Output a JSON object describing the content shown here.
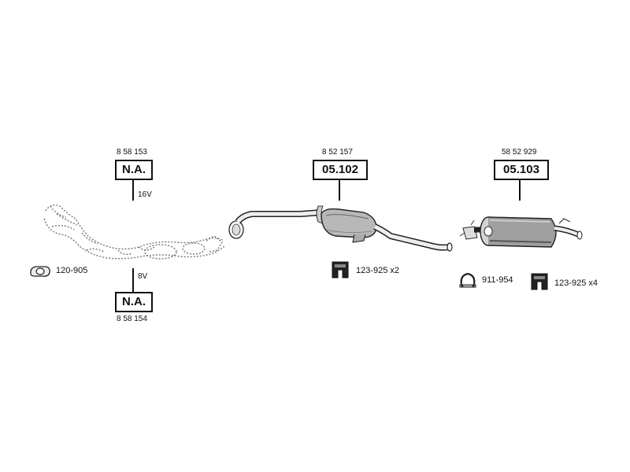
{
  "parts": {
    "manifold_16v": {
      "oem": "8 58 153",
      "part": "N.A.",
      "variant": "16V"
    },
    "manifold_8v": {
      "oem": "8 58 154",
      "part": "N.A.",
      "variant": "8V"
    },
    "middle_silencer": {
      "oem": "8 52 157",
      "part": "05.102"
    },
    "rear_silencer": {
      "oem": "58 52 929",
      "part": "05.103"
    }
  },
  "accessories": {
    "gasket": {
      "label": "120-905",
      "icon": "gasket-icon"
    },
    "hanger_middle": {
      "label": "123-925 x2",
      "icon": "rubber-hanger-icon"
    },
    "clamp": {
      "label": "911-954",
      "icon": "clamp-icon"
    },
    "hanger_rear": {
      "label": "123-925 x4",
      "icon": "rubber-hanger-icon"
    }
  }
}
